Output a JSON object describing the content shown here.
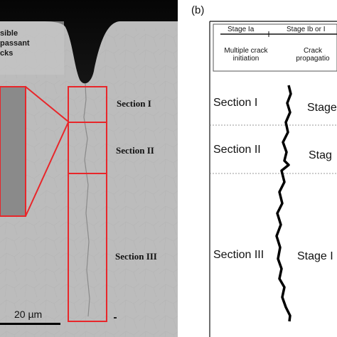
{
  "panel_a": {
    "annotation_lines": [
      "sible",
      "passant",
      "cks"
    ],
    "sections": [
      "Section I",
      "Section II",
      "Section III"
    ],
    "scale_bar": "20 µm"
  },
  "panel_b": {
    "label": "(b)",
    "legend": {
      "stage_left": "Stage Ia",
      "stage_right": "Stage Ib or I",
      "desc_left": [
        "Multiple crack",
        "initiation"
      ],
      "desc_right": [
        "Crack",
        "propagatio"
      ]
    },
    "sections": [
      "Section I",
      "Section II",
      "Section III"
    ],
    "stages": [
      "Stage",
      "Stag",
      "Stage I"
    ]
  }
}
